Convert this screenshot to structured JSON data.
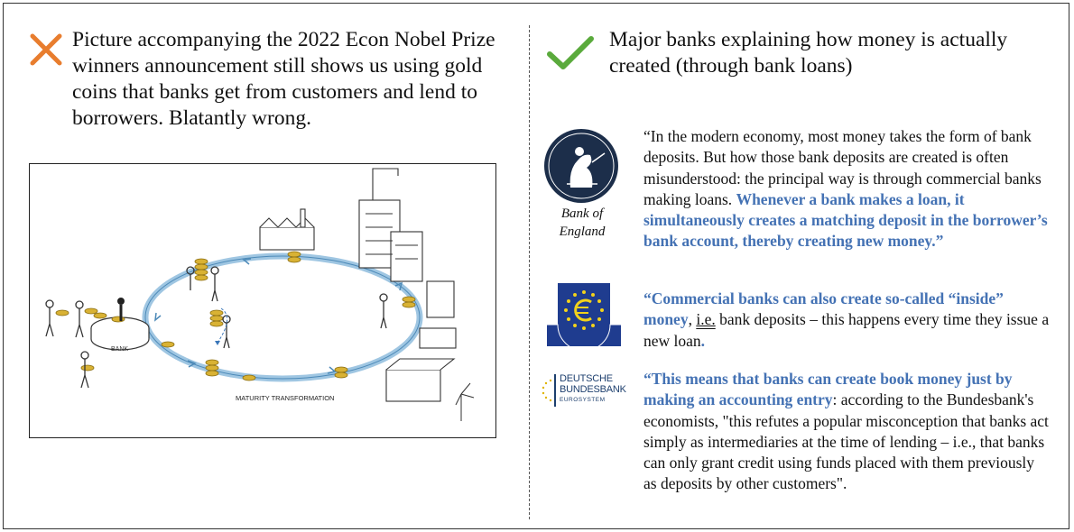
{
  "left": {
    "heading": "Picture accompanying the 2022 Econ Nobel Prize winners announcement still shows us using gold coins that banks get from customers and lend to borrowers. Blatantly wrong.",
    "illustration": {
      "bank_label": "BANK",
      "cycle_label": "MATURITY TRANSFORMATION"
    }
  },
  "right": {
    "heading": "Major banks explaining how money is actually created (through bank loans)",
    "boe": {
      "name": "Bank of England",
      "quote_plain": "“In the modern economy, most money takes the form of bank deposits. But how those bank deposits are created is often misunderstood: the principal way is through commercial banks making loans. ",
      "quote_highlight": "Whenever a bank makes a loan, it simultaneously creates a matching deposit in the borrower’s bank account, thereby creating new money.”"
    },
    "ecb": {
      "quote_highlight_1": "“Commercial banks can also create so-called “inside” money",
      "quote_mid": ", ",
      "quote_ie": "i.e.",
      "quote_plain": " bank deposits – this happens every time they issue a new loan",
      "quote_end": "."
    },
    "bundesbank": {
      "logo_line1": "DEUTSCHE",
      "logo_line2": "BUNDESBANK",
      "logo_line3": "EUROSYSTEM",
      "quote_highlight": "“This means that banks can create book money just by making an accounting entry",
      "quote_plain": ": according to the Bundesbank's economists, \"this refutes a popular misconception that banks act simply as intermediaries at the time of lending – i.e., that banks can only grant credit using funds placed with them previously as deposits by other customers\"."
    }
  },
  "colors": {
    "cross": "#e87d2e",
    "check": "#5aaa3c",
    "highlight": "#4472b4",
    "boe_navy": "#1c2e4a",
    "ecb_blue": "#1f3c8f",
    "coin": "#d9b234",
    "ring": "#9fc6e2"
  }
}
